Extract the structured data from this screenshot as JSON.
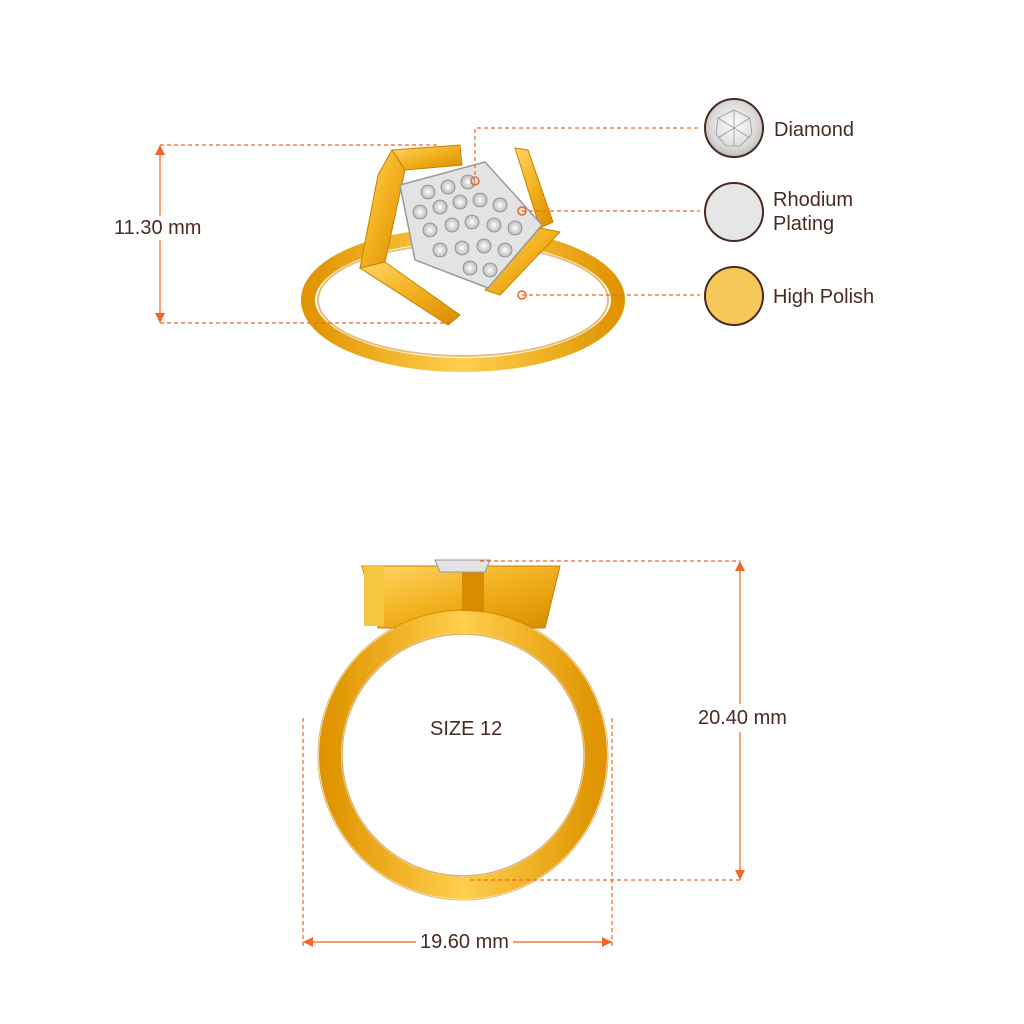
{
  "legend": {
    "items": [
      {
        "label": "Diamond",
        "icon": "diamond-icon",
        "color": "#f2f2f2"
      },
      {
        "label": "Rhodium\nPlating",
        "icon": "rhodium-swatch-icon",
        "color": "#e6e6e6"
      },
      {
        "label": "High Polish",
        "icon": "high-polish-swatch-icon",
        "color": "#f5c85a"
      }
    ]
  },
  "dimensions": {
    "top_height": "11.30 mm",
    "front_height": "20.40 mm",
    "front_width": "19.60 mm",
    "size": "SIZE 12"
  },
  "colors": {
    "accent": "#f26522",
    "text": "#4a2b22",
    "gold": "#f2b01e",
    "gold_dark": "#d98c00",
    "gold_light": "#ffd766"
  }
}
